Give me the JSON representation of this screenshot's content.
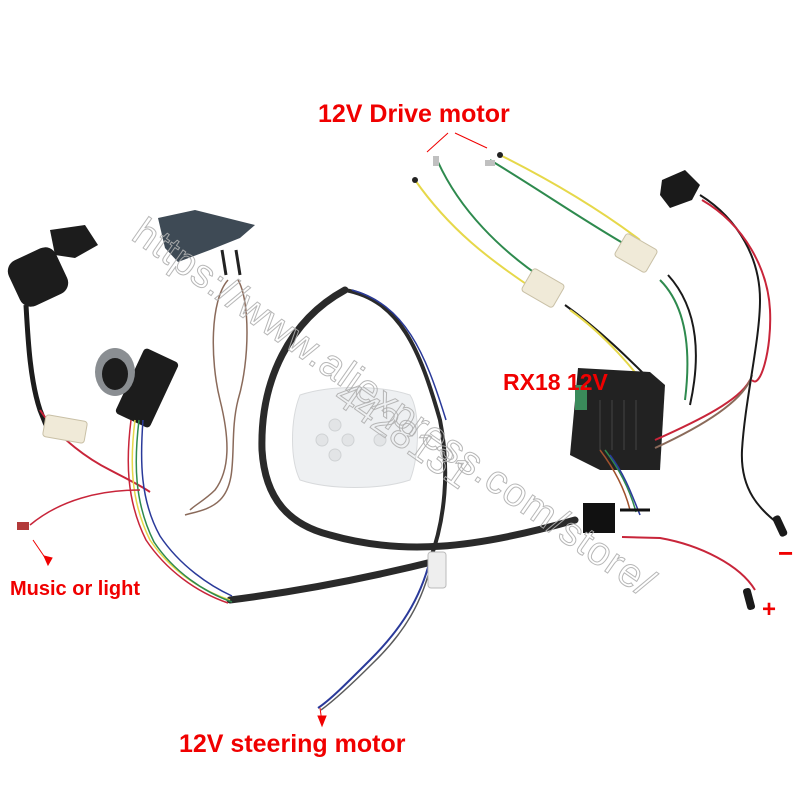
{
  "image": {
    "subject": "RC ride-on car wiring harness kit",
    "background_color": "#ffffff"
  },
  "labels": {
    "drive_motor": "12V Drive motor",
    "controller": "RX18  12V",
    "music_light": "Music or light",
    "steering_motor": "12V steering motor",
    "negative": "−",
    "positive": "+"
  },
  "watermark": {
    "url": "https://www.aliexpress.com/store/",
    "store_id": "4428131"
  },
  "colors": {
    "label_red": "#f00000",
    "wire_yellow": "#e6d84a",
    "wire_green": "#2e8a4e",
    "wire_black": "#1a1a1a",
    "wire_red": "#c8253a",
    "wire_blue": "#2a3a9a",
    "wire_brown": "#8a6a5a",
    "connector_white": "#f0ead8",
    "controller_black": "#222222"
  },
  "components": [
    {
      "name": "key-switch"
    },
    {
      "name": "gear-shift-switch"
    },
    {
      "name": "foot-pedal-switch"
    },
    {
      "name": "remote-control"
    },
    {
      "name": "rx18-controller"
    },
    {
      "name": "power-switch"
    },
    {
      "name": "drive-motor-connectors"
    },
    {
      "name": "battery-leads"
    },
    {
      "name": "steering-motor-lead"
    }
  ]
}
